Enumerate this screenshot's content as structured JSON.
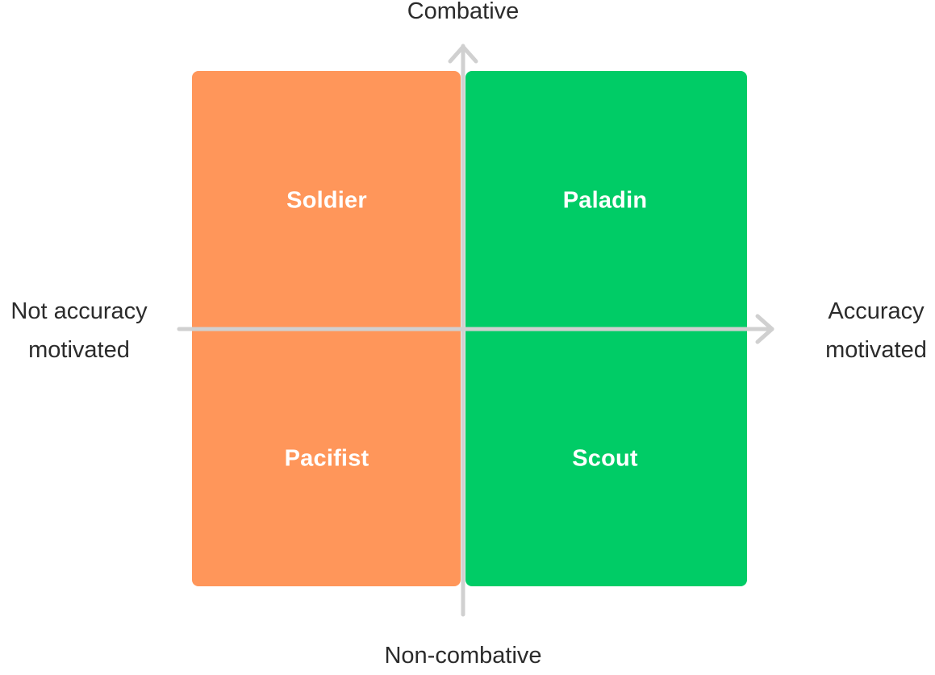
{
  "quadrants": {
    "top_left": {
      "label": "Soldier",
      "color": "#FF965A"
    },
    "bottom_left": {
      "label": "Pacifist",
      "color": "#FF965A"
    },
    "top_right": {
      "label": "Paladin",
      "color": "#00CC66"
    },
    "bottom_right": {
      "label": "Scout",
      "color": "#00CC66"
    }
  },
  "axes": {
    "color": "#D0D0D0",
    "top": "Combative",
    "bottom": "Non-combative",
    "left": [
      "Not accuracy",
      "motivated"
    ],
    "right": [
      "Accuracy",
      "motivated"
    ]
  }
}
